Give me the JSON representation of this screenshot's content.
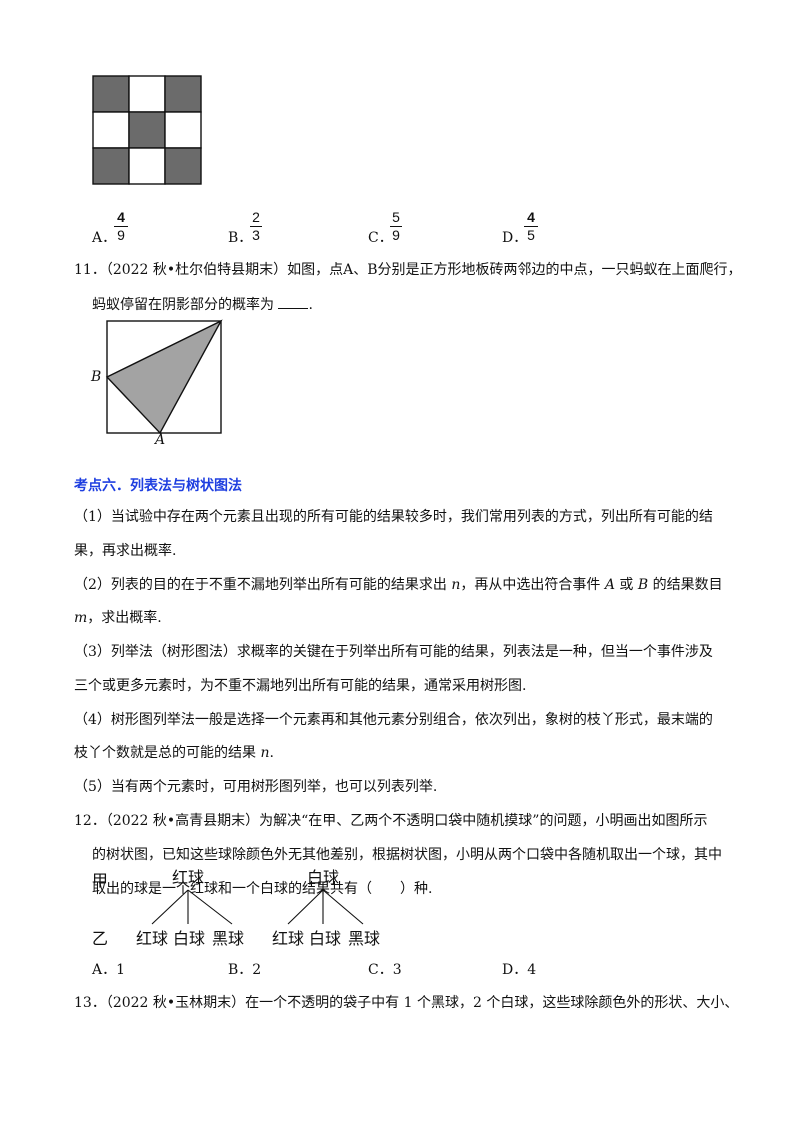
{
  "q10": {
    "options": [
      {
        "label": "A．",
        "num": "4",
        "den": "9"
      },
      {
        "label": "B．",
        "num": "2",
        "den": "3"
      },
      {
        "label": "C．",
        "num": "5",
        "den": "9"
      },
      {
        "label": "D．",
        "num": "4",
        "den": "5"
      }
    ]
  },
  "q11": {
    "line1": "11．（2022 秋•杜尔伯特县期末）如图，点A、B分别是正方形地板砖两邻边的中点，一只蚂蚁在上面爬行，",
    "line2_pre": "蚂蚁停留在阴影部分的概率为 ",
    "line2_post": ".",
    "label_b": "B",
    "label_a": "A"
  },
  "section6": {
    "title": "考点六．列表法与树状图法",
    "p1a": "（1）当试验中存在两个元素且出现的所有可能的结果较多时，我们常用列表的方式，列出所有可能的结",
    "p1b": "果，再求出概率.",
    "p2a_pre": "（2）列表的目的在于不重不漏地列举出所有可能的结果求出 ",
    "p2a_n": "n",
    "p2a_mid": "，再从中选出符合事件 ",
    "p2a_A": "A",
    "p2a_or": " 或 ",
    "p2a_B": "B",
    "p2a_post": " 的结果数目",
    "p2b_m": "m",
    "p2b_post": "，求出概率.",
    "p3a": "（3）列举法（树形图法）求概率的关键在于列举出所有可能的结果，列表法是一种，但当一个事件涉及",
    "p3b": "三个或更多元素时，为不重不漏地列出所有可能的结果，通常采用树形图.",
    "p4a": "（4）树形图列举法一般是选择一个元素再和其他元素分别组合，依次列出，象树的枝丫形式，最末端的",
    "p4b_pre": "枝丫个数就是总的可能的结果 ",
    "p4b_n": "n",
    "p4b_post": ".",
    "p5": "（5）当有两个元素时，可用树形图列举，也可以列表列举."
  },
  "q12": {
    "line1": "12．（2022 秋•高青县期末）为解决“在甲、乙两个不透明口袋中随机摸球”的问题，小明画出如图所示",
    "line2": "的树状图，已知这些球除颜色外无其他差别，根据树状图，小明从两个口袋中各随机取出一个球，其中",
    "line3": "取出的球是一个红球和一个白球的结果共有（　　）种.",
    "tree": {
      "bag1": "甲",
      "bag2": "乙",
      "root1": "红球",
      "root2": "白球",
      "leaves1": [
        "红球",
        "白球",
        "黑球"
      ],
      "leaves2": [
        "红球",
        "白球",
        "黑球"
      ]
    },
    "options": [
      {
        "label": "A．1"
      },
      {
        "label": "B．2"
      },
      {
        "label": "C．3"
      },
      {
        "label": "D．4"
      }
    ]
  },
  "q13": {
    "line1": "13．（2022 秋•玉林期末）在一个不透明的袋子中有 1 个黑球，2 个白球，这些球除颜色外的形状、大小、"
  },
  "colors": {
    "shade_dark": "#6b6b6b",
    "shade_light": "#a3a3a3",
    "section_title": "#1f3fe0"
  }
}
